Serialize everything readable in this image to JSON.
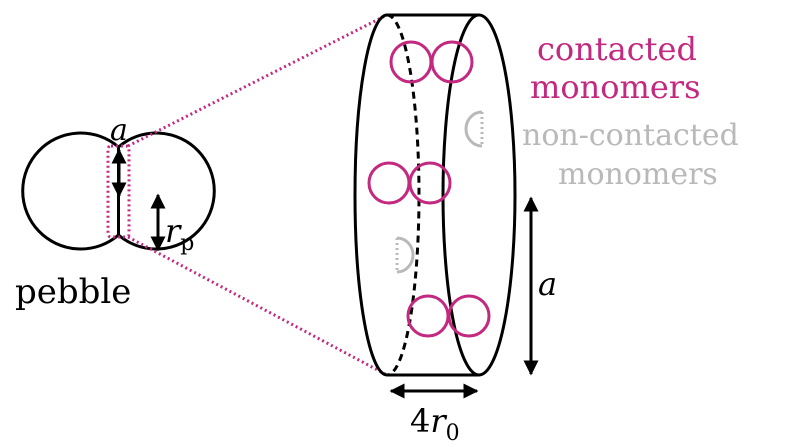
{
  "colors": {
    "contacted": "#c2297f",
    "non_contacted": "#b9b9b9",
    "line": "#000000",
    "background": "#ffffff"
  },
  "labels": {
    "pebble": "pebble",
    "a_left": "a",
    "rp_base": "r",
    "rp_sub": "p",
    "contacted_line1": "contacted",
    "contacted_line2": "monomers",
    "noncontacted_line1": "non-contacted",
    "noncontacted_line2": "monomers",
    "a_right": "a",
    "width_coeff": "4",
    "width_base": "r",
    "width_sub": "0"
  }
}
